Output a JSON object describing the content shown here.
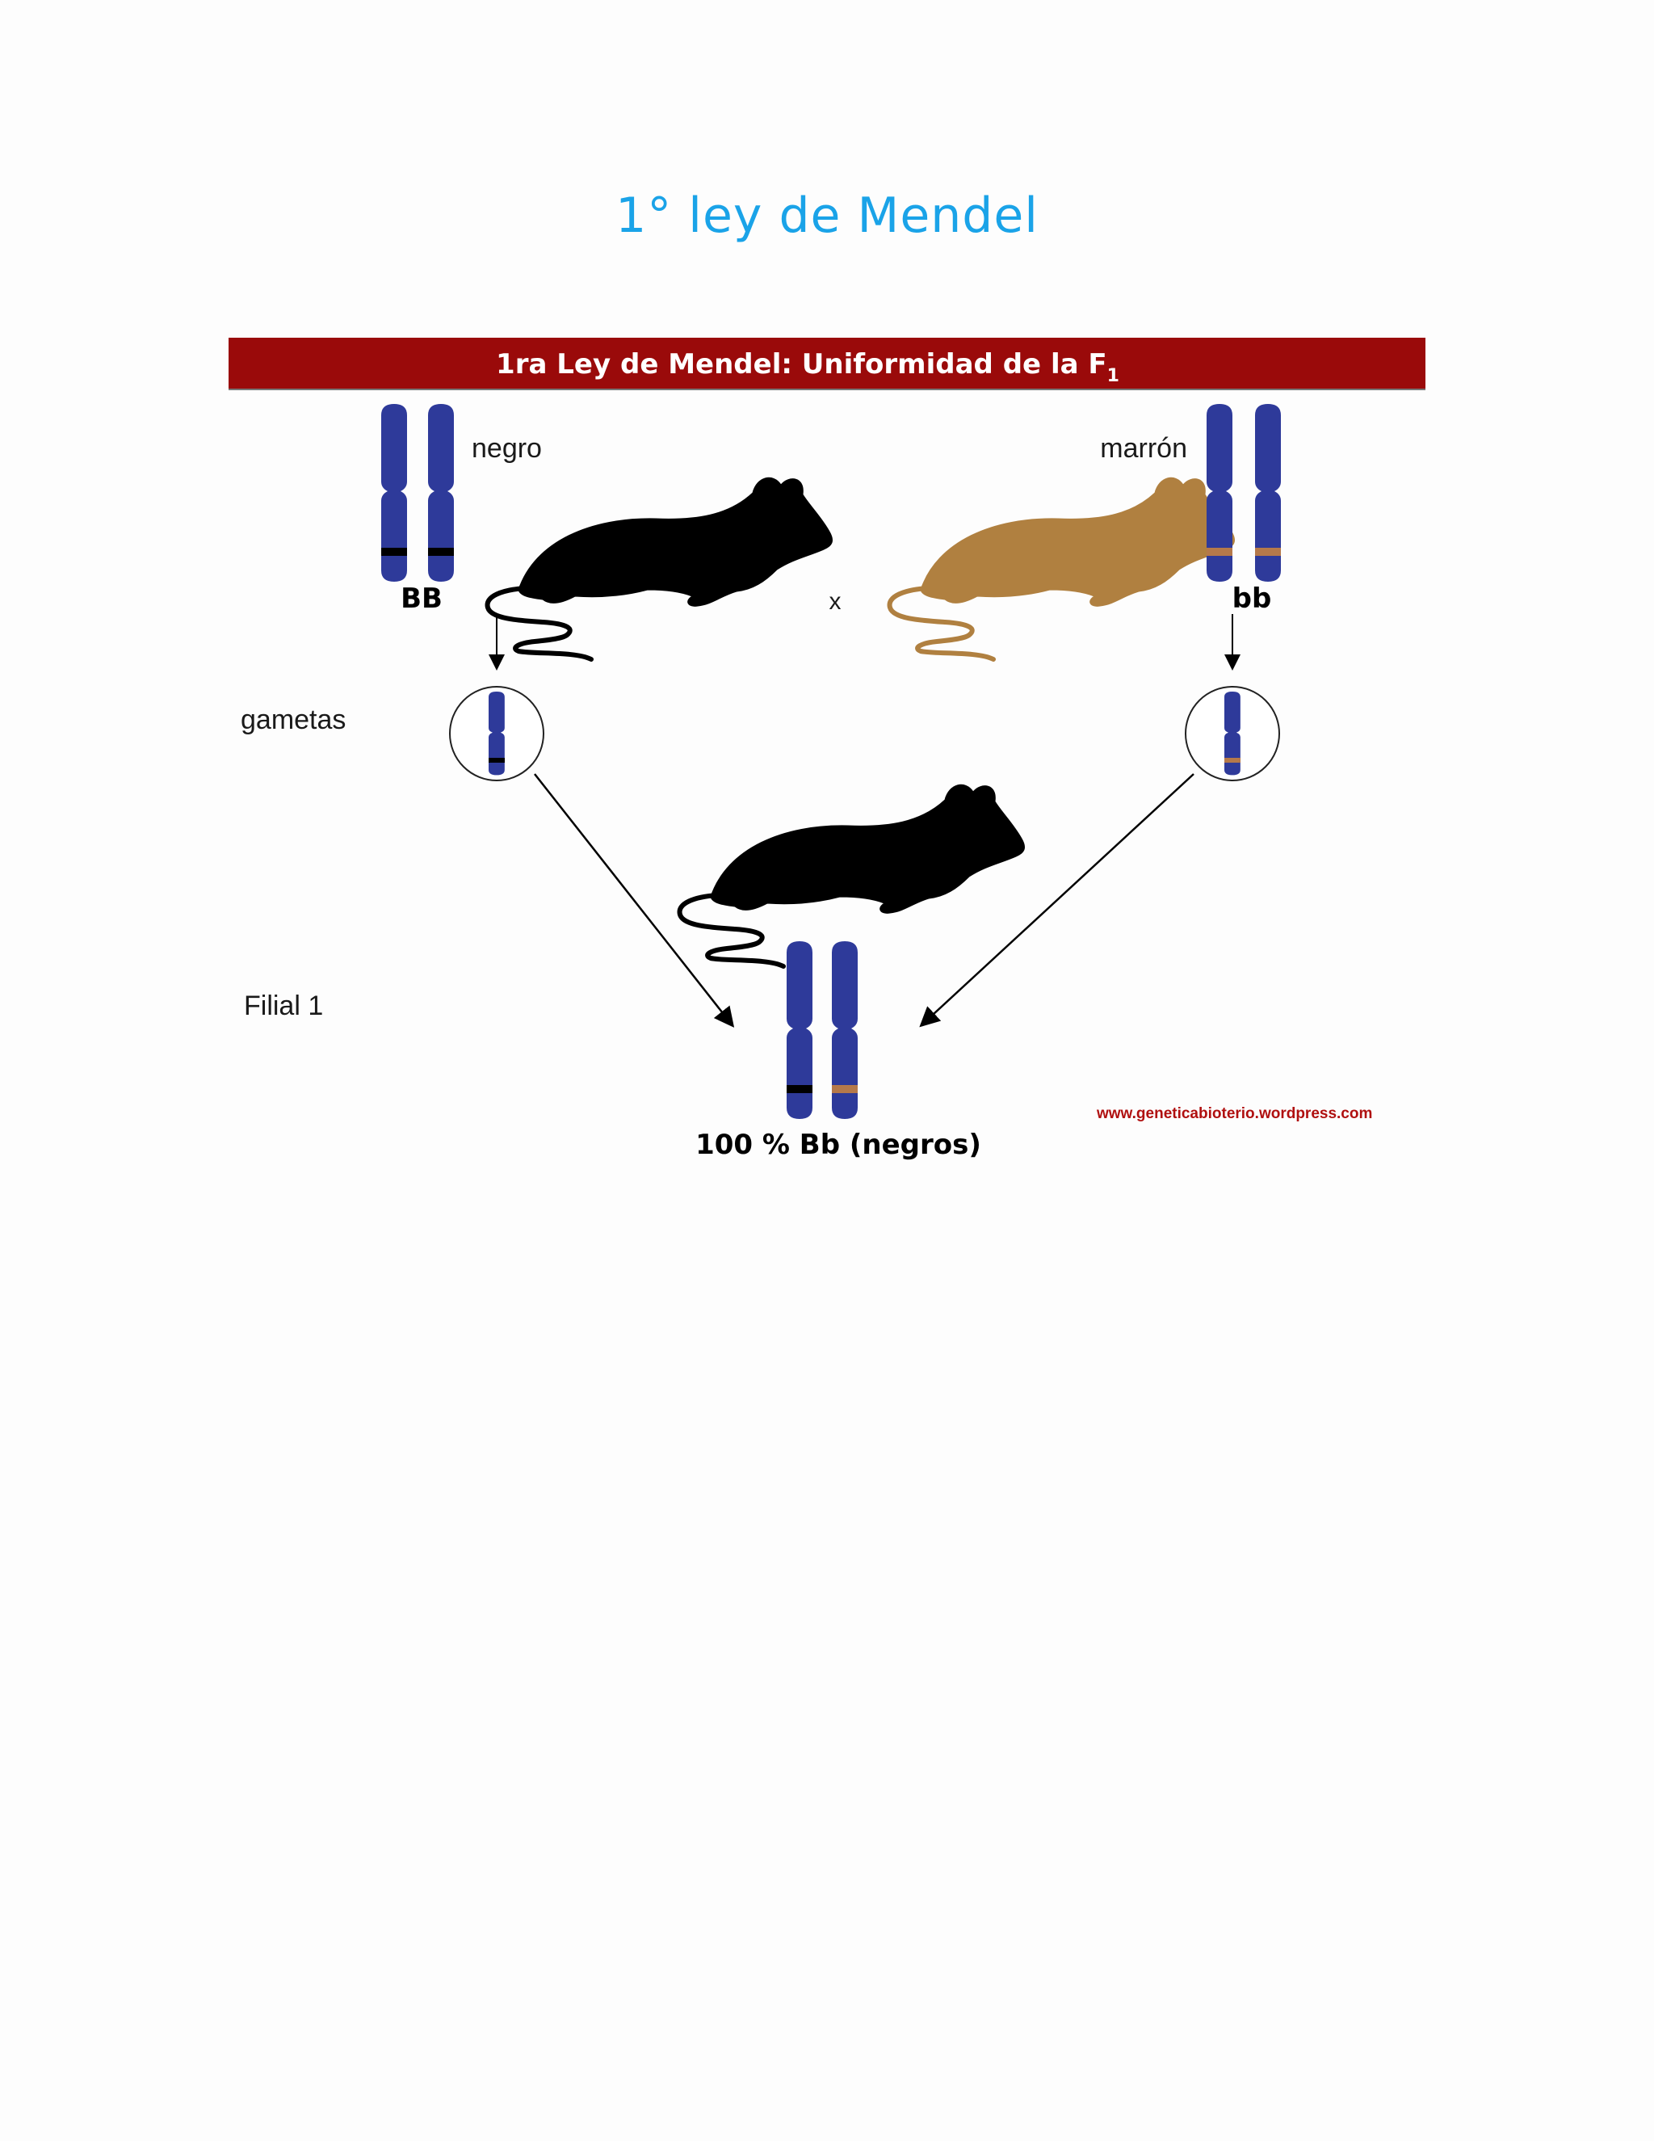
{
  "page": {
    "title": "1° ley de Mendel"
  },
  "diagram": {
    "banner": {
      "text": "1ra Ley de Mendel: Uniformidad de la F",
      "subscript": "1"
    },
    "parent_left": {
      "phenotype": "negro",
      "genotype": "BB"
    },
    "parent_right": {
      "phenotype": "marrón",
      "genotype": "bb"
    },
    "cross_symbol": "x",
    "gametes_label": "gametas",
    "filial_label": "Filial 1",
    "result": "100 % Bb (negros)",
    "source_url": "www.geneticabioterio.wordpress.com",
    "colors": {
      "banner": "#9a0a0a",
      "chromosome": "#2e3a9a",
      "allele_dominant": "#000000",
      "allele_recessive": "#b5794a",
      "black_mouse": "#000000",
      "brown_mouse": "#b08040",
      "title": "#1aa3e8"
    }
  }
}
